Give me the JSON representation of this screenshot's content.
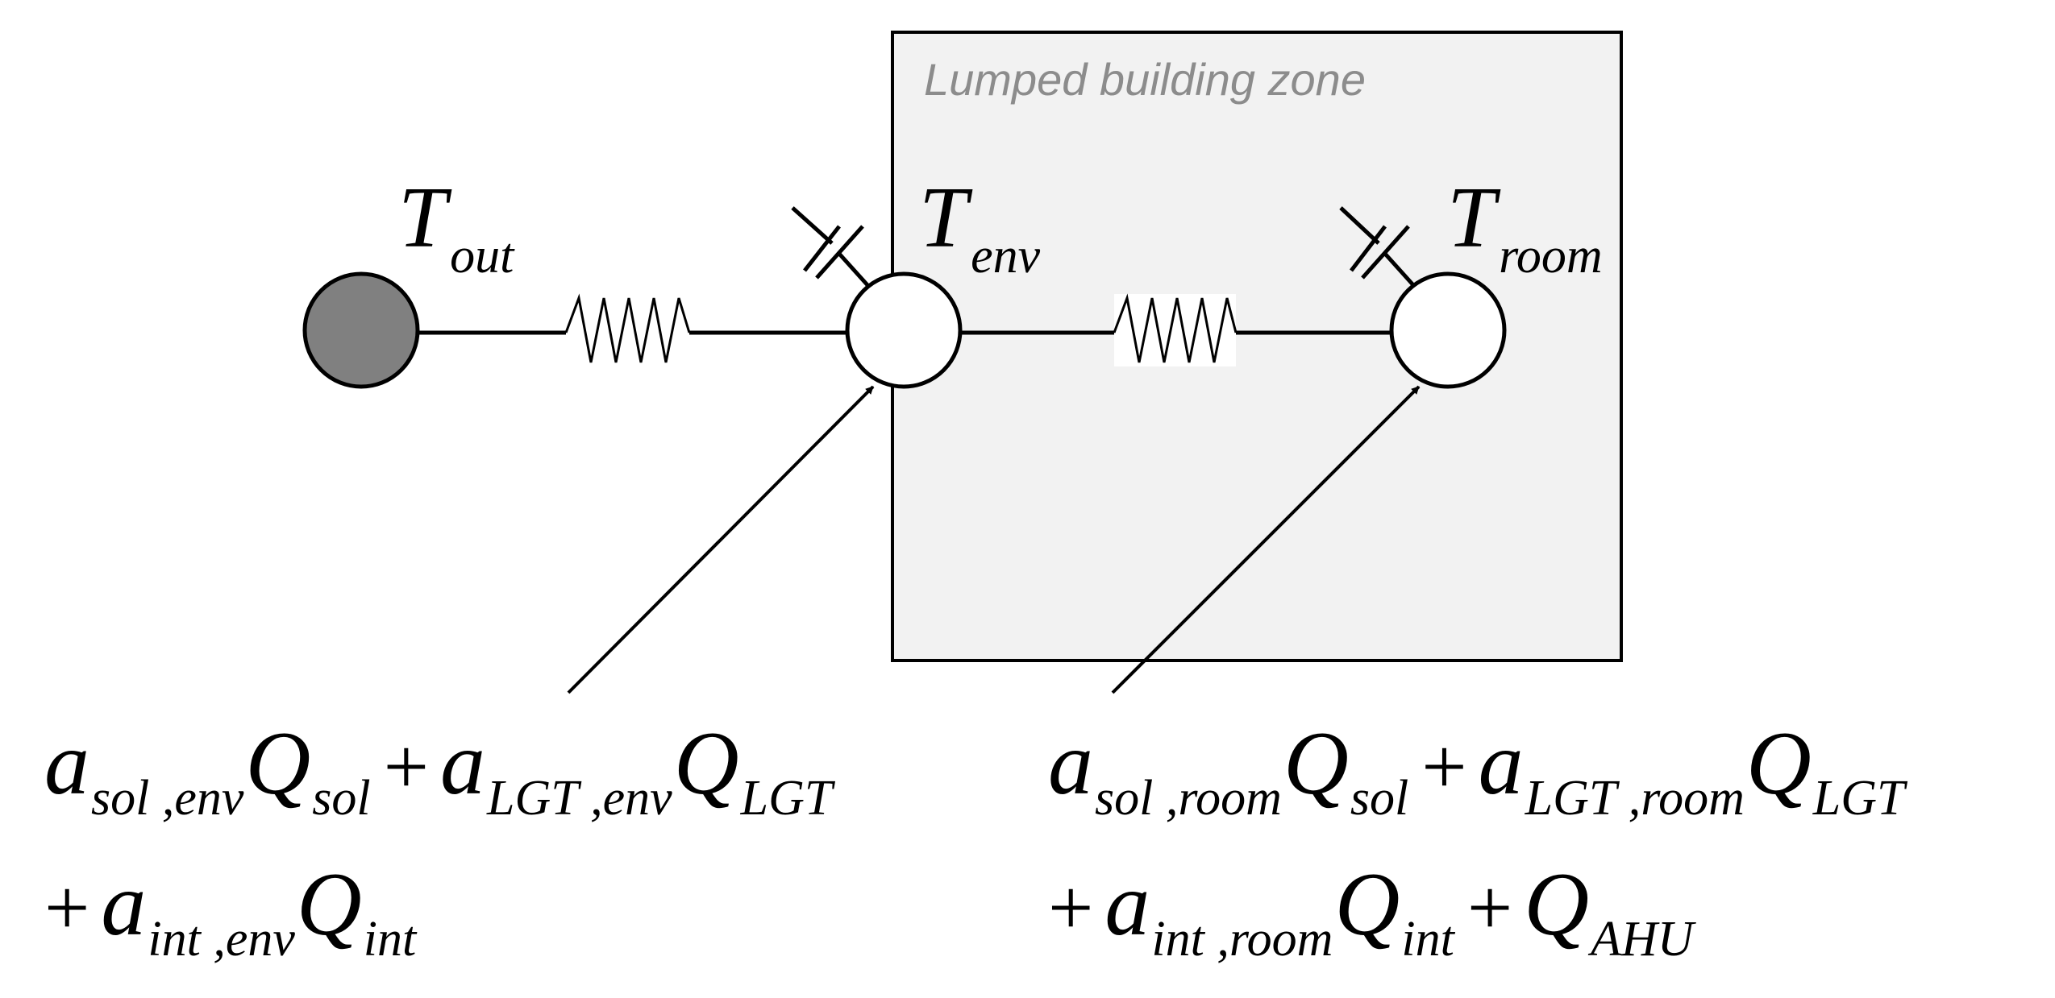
{
  "zone": {
    "label": "Lumped building zone",
    "fill": "#f2f2f2",
    "label_color": "#8c8c8c"
  },
  "nodes": {
    "outdoor": {
      "symbol": "T",
      "sub": "out",
      "fill": "#808080"
    },
    "envelope": {
      "symbol": "T",
      "sub": "env",
      "fill": "#ffffff"
    },
    "room": {
      "symbol": "T",
      "sub": "room",
      "fill": "#ffffff"
    }
  },
  "equations": {
    "env": {
      "line1": [
        {
          "b": "a",
          "s": "sol ,env"
        },
        {
          "b": "Q",
          "s": "sol"
        },
        {
          "op": "+"
        },
        {
          "b": "a",
          "s": "LGT ,env"
        },
        {
          "b": "Q",
          "s": "LGT"
        }
      ],
      "line2": [
        {
          "op": "+"
        },
        {
          "b": "a",
          "s": "int ,env"
        },
        {
          "b": "Q",
          "s": "int"
        }
      ]
    },
    "room": {
      "line1": [
        {
          "b": "a",
          "s": "sol ,room"
        },
        {
          "b": "Q",
          "s": "sol"
        },
        {
          "op": "+"
        },
        {
          "b": "a",
          "s": "LGT ,room"
        },
        {
          "b": "Q",
          "s": "LGT"
        }
      ],
      "line2": [
        {
          "op": "+"
        },
        {
          "b": "a",
          "s": "int ,room"
        },
        {
          "b": "Q",
          "s": "int"
        },
        {
          "op": "+"
        },
        {
          "b": "Q",
          "s": "AHU"
        }
      ]
    }
  }
}
